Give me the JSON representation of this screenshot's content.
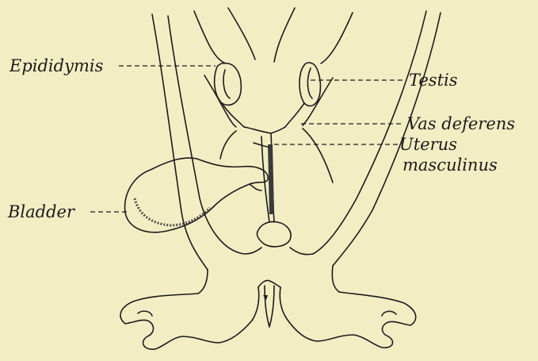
{
  "figure": {
    "labels": {
      "epididymis": "Epididymis",
      "testis": "Testis",
      "vas_deferens": "Vas deferens",
      "uterus": "Uterus",
      "masculinus": "masculinus",
      "bladder": "Bladder"
    },
    "colors": {
      "background": "#f3edc4",
      "ink": "#1b1b1b"
    }
  }
}
